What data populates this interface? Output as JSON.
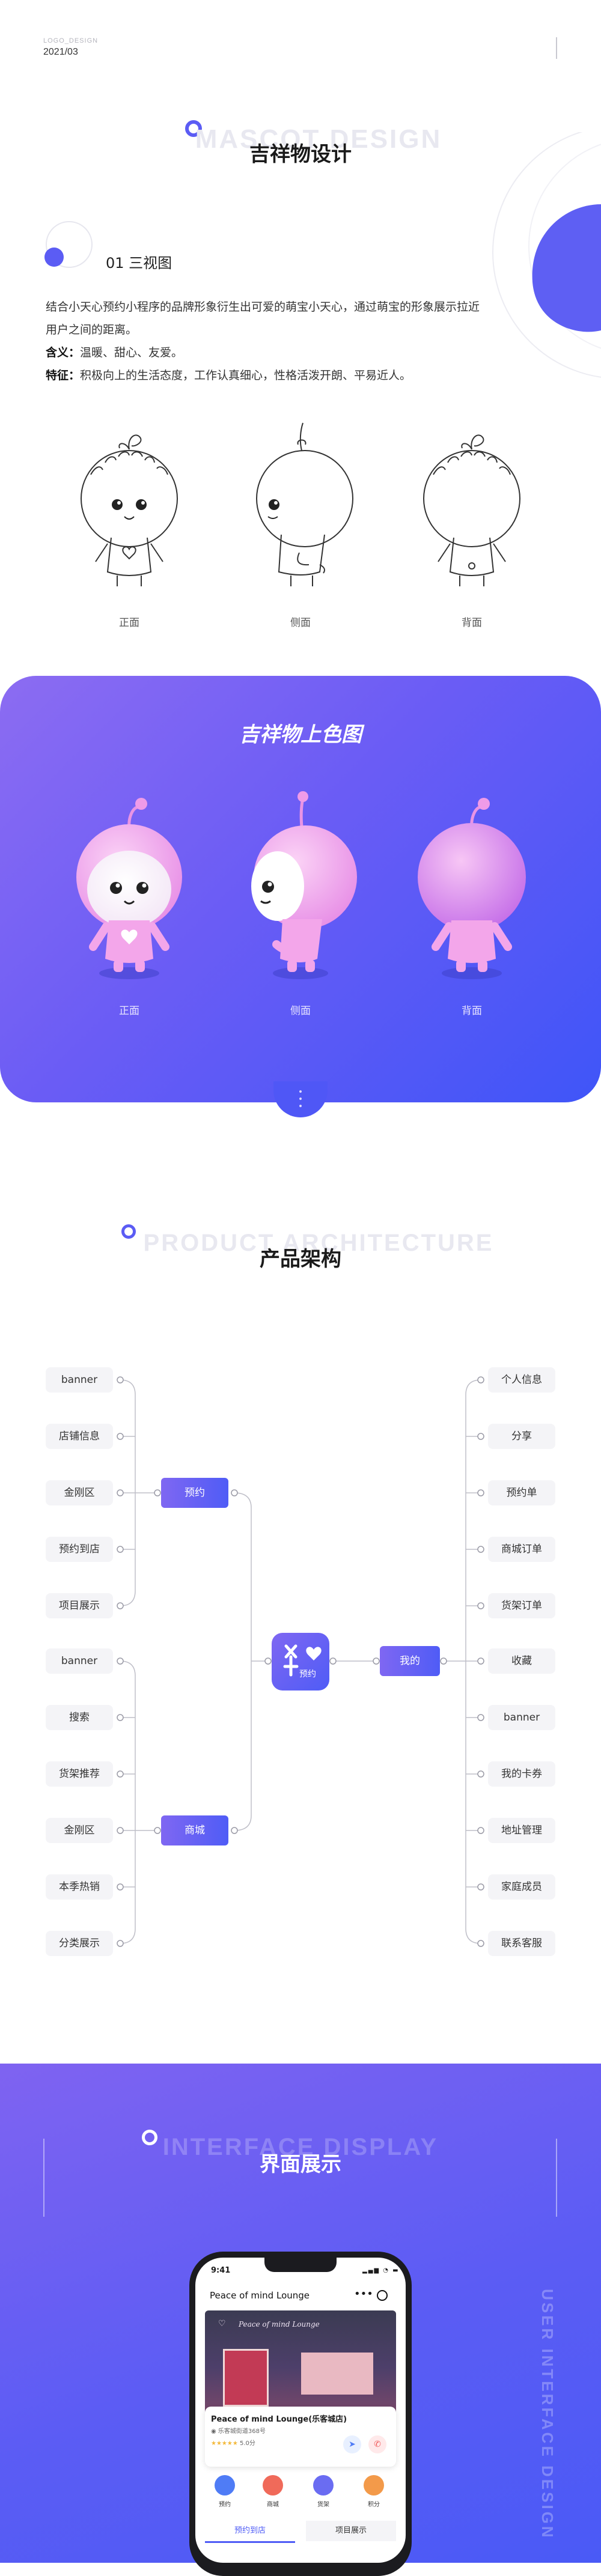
{
  "header": {
    "label": "LOGO_DESIGN",
    "date": "2021/03"
  },
  "mascot": {
    "ghost_title": "MASCOT DESIGN",
    "title": "吉祥物设计",
    "section_title": "01 三视图",
    "intro_line1": "结合小天心预约小程序的品牌形象衍生出可爱的萌宝小天心，通过萌宝的形象展示拉近",
    "intro_line2": "用户之间的距离。",
    "meaning_label": "含义：",
    "meaning_text": "温暖、甜心、友爱。",
    "trait_label": "特征：",
    "trait_text": "积极向上的生活态度，工作认真细心，性格活泼开朗、平易近人。",
    "views": [
      "正面",
      "侧面",
      "背面"
    ]
  },
  "colored": {
    "title": "吉祥物上色图",
    "views": [
      "正面",
      "侧面",
      "背面"
    ]
  },
  "architecture": {
    "ghost_title": "PRODUCT ARCHITECTURE",
    "title": "产品架构",
    "center_label": "预约",
    "booking": {
      "label": "预约",
      "children": [
        "banner",
        "店铺信息",
        "金刚区",
        "预约到店",
        "项目展示"
      ]
    },
    "mall": {
      "label": "商城",
      "children": [
        "banner",
        "搜索",
        "货架推荐",
        "金刚区",
        "本季热销",
        "分类展示"
      ]
    },
    "mine": {
      "label": "我的",
      "children": [
        "个人信息",
        "分享",
        "预约单",
        "商城订单",
        "货架订单",
        "收藏",
        "banner",
        "我的卡券",
        "地址管理",
        "家庭成员",
        "联系客服"
      ]
    }
  },
  "interface": {
    "ghost_title": "INTERFACE DISPLAY",
    "title": "界面展示",
    "vertical_text": "USER INTERFACE DESIGN",
    "phone": {
      "time": "9:41",
      "app_title": "Peace of mind Lounge",
      "banner_text": "Peace of mind Lounge",
      "store_name": "Peace of mind Lounge(乐客城店)",
      "address": "乐客城街道368号",
      "rating_text": "5.0分",
      "icons": [
        "预约",
        "商城",
        "货架",
        "积分"
      ],
      "tabs": [
        "预约到店",
        "项目展示"
      ]
    }
  },
  "colors": {
    "accent": "#5b5cf4",
    "accent_light": "#8c6cf2",
    "pink": "#f2a6e6"
  }
}
